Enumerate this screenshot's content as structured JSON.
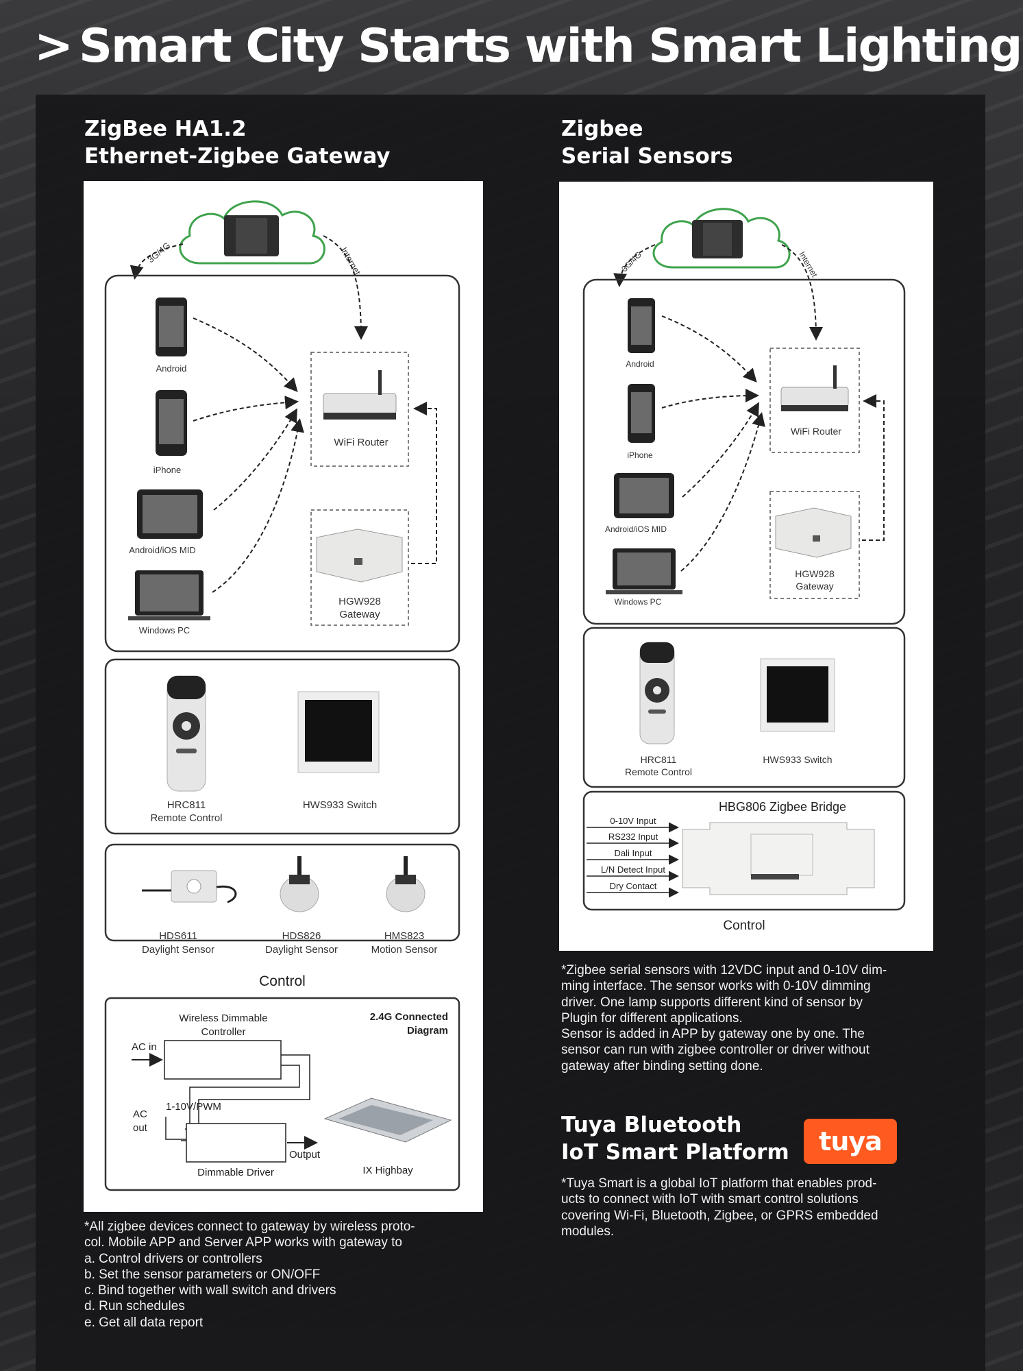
{
  "headline": {
    "arrow": ">",
    "text": "Smart City Starts with Smart Lighting"
  },
  "left": {
    "title_line1": "ZigBee HA1.2",
    "title_line2": "Ethernet-Zigbee Gateway",
    "diagram": {
      "link_3g": "3G/4G",
      "link_internet": "Internet",
      "devices": [
        "Android",
        "iPhone",
        "Android/iOS MID",
        "Windows PC"
      ],
      "router": "WiFi Router",
      "gateway_line1": "HGW928",
      "gateway_line2": "Gateway",
      "remote_line1": "HRC811",
      "remote_line2": "Remote Control",
      "switch": "HWS933 Switch",
      "sensors": [
        {
          "line1": "HDS611",
          "line2": "Daylight Sensor"
        },
        {
          "line1": "HDS826",
          "line2": "Daylight Sensor"
        },
        {
          "line1": "HMS823",
          "line2": "Motion Sensor"
        }
      ],
      "control": "Control",
      "connected": {
        "title_line1": "2.4G Connected",
        "title_line2": "Diagram",
        "controller_line1": "Wireless Dimmable",
        "controller_line2": "Controller",
        "ac_in": "AC in",
        "ac_out_line1": "AC",
        "ac_out_line2": "out",
        "signal": "1-10V/PWM",
        "output": "Output",
        "driver": "Dimmable Driver",
        "highbay": "IX Highbay"
      }
    },
    "note": "*All zigbee devices connect to gateway by wireless proto-\ncol. Mobile APP and Server APP works with gateway to\na. Control drivers or controllers\nb. Set the sensor parameters or ON/OFF\nc. Bind together with wall switch and drivers\nd. Run schedules\ne. Get all data report"
  },
  "right": {
    "title_line1": "Zigbee",
    "title_line2": "Serial Sensors",
    "diagram": {
      "link_3g": "3G/4G",
      "link_internet": "Internet",
      "devices": [
        "Android",
        "iPhone",
        "Android/iOS MID",
        "Windows PC"
      ],
      "router": "WiFi Router",
      "gateway_line1": "HGW928",
      "gateway_line2": "Gateway",
      "remote_line1": "HRC811",
      "remote_line2": "Remote Control",
      "switch": "HWS933 Switch",
      "bridge_title": "HBG806 Zigbee Bridge",
      "bridge_inputs": [
        "0-10V Input",
        "RS232 Input",
        "Dali Input",
        "L/N Detect Input",
        "Dry Contact"
      ],
      "control": "Control"
    },
    "note": "*Zigbee serial sensors with 12VDC input and 0-10V dim-\nming interface. The sensor works with 0-10V dimming\ndriver. One lamp supports different kind of sensor by\nPlugin for different applications.\nSensor is added in APP by gateway one by one. The\nsensor can run with zigbee controller or driver without\ngateway after binding setting done."
  },
  "tuya": {
    "title_line1": "Tuya Bluetooth",
    "title_line2": "IoT Smart Platform",
    "logo_text": "tuya",
    "note": "*Tuya Smart is a global IoT platform that enables prod-\nucts to connect with IoT with smart control solutions\ncovering Wi-Fi, Bluetooth, Zigbee, or GPRS embedded\nmodules."
  },
  "colors": {
    "cloud": "#3fa34d",
    "tuya_brand": "#ff5a1f"
  }
}
